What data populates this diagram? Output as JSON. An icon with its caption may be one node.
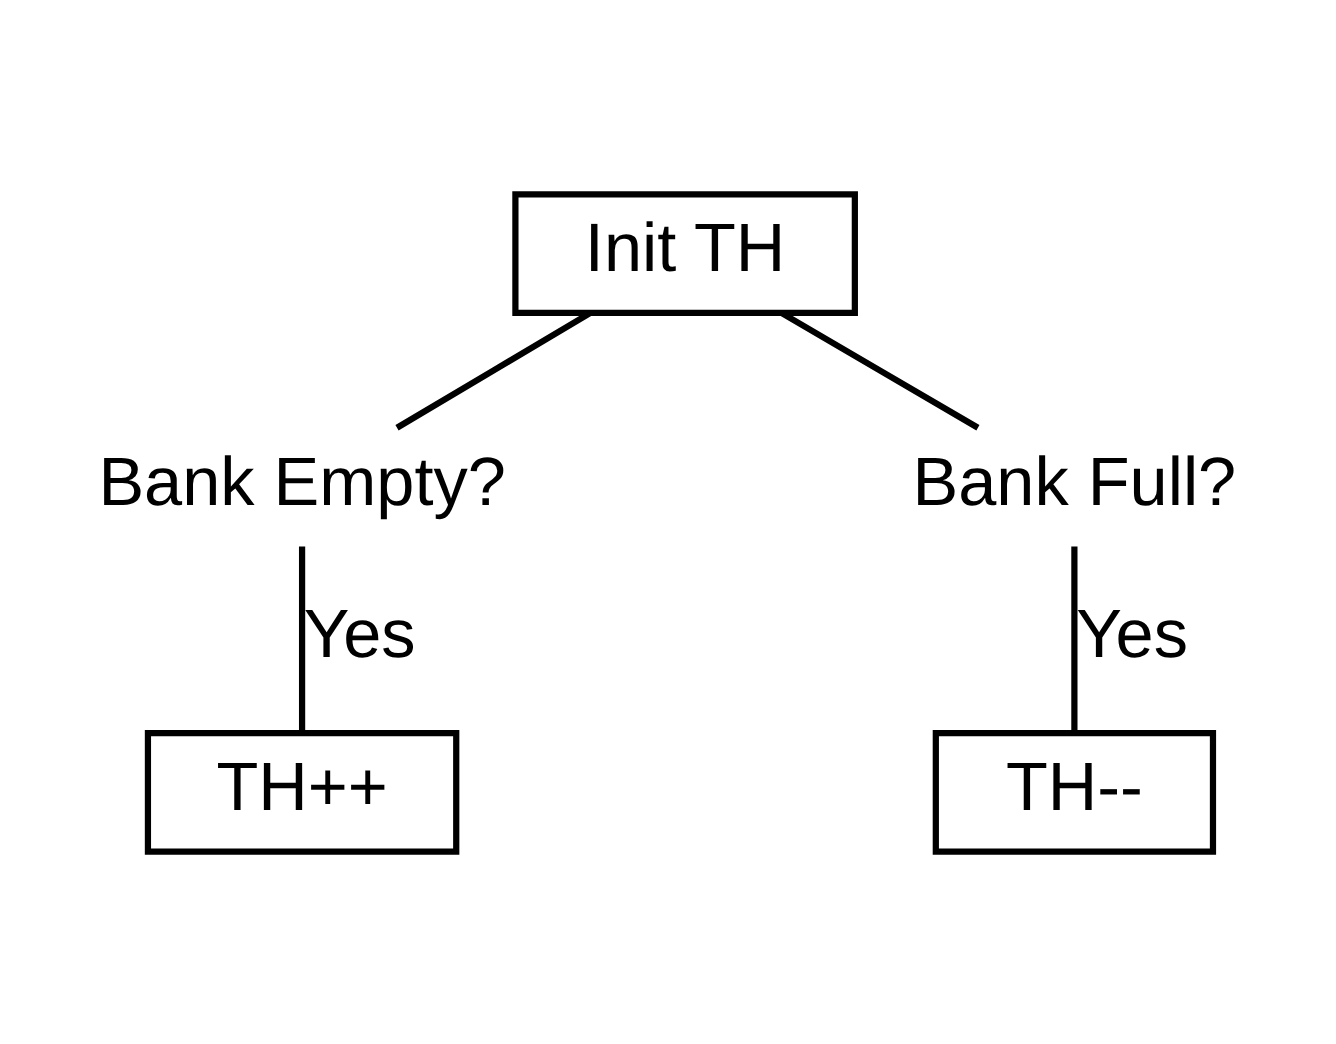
{
  "diagram": {
    "nodes": [
      {
        "text": [
          "Init TH"
        ]
      },
      {
        "text": [
          "Bank Empty?"
        ]
      },
      {
        "text": [
          "Bank Full?"
        ]
      },
      {
        "text": [
          "TH++"
        ]
      },
      {
        "text": [
          "TH--"
        ]
      }
    ],
    "edges": [
      {
        "from": 0,
        "to": 1,
        "arrow": "none"
      },
      {
        "from": 0,
        "to": 2,
        "arrow": "none"
      },
      {
        "from": 1,
        "to": 3,
        "arrow": "none",
        "label": "Yes"
      },
      {
        "from": 2,
        "to": 4,
        "arrow": "none",
        "label": "Yes"
      }
    ]
  }
}
